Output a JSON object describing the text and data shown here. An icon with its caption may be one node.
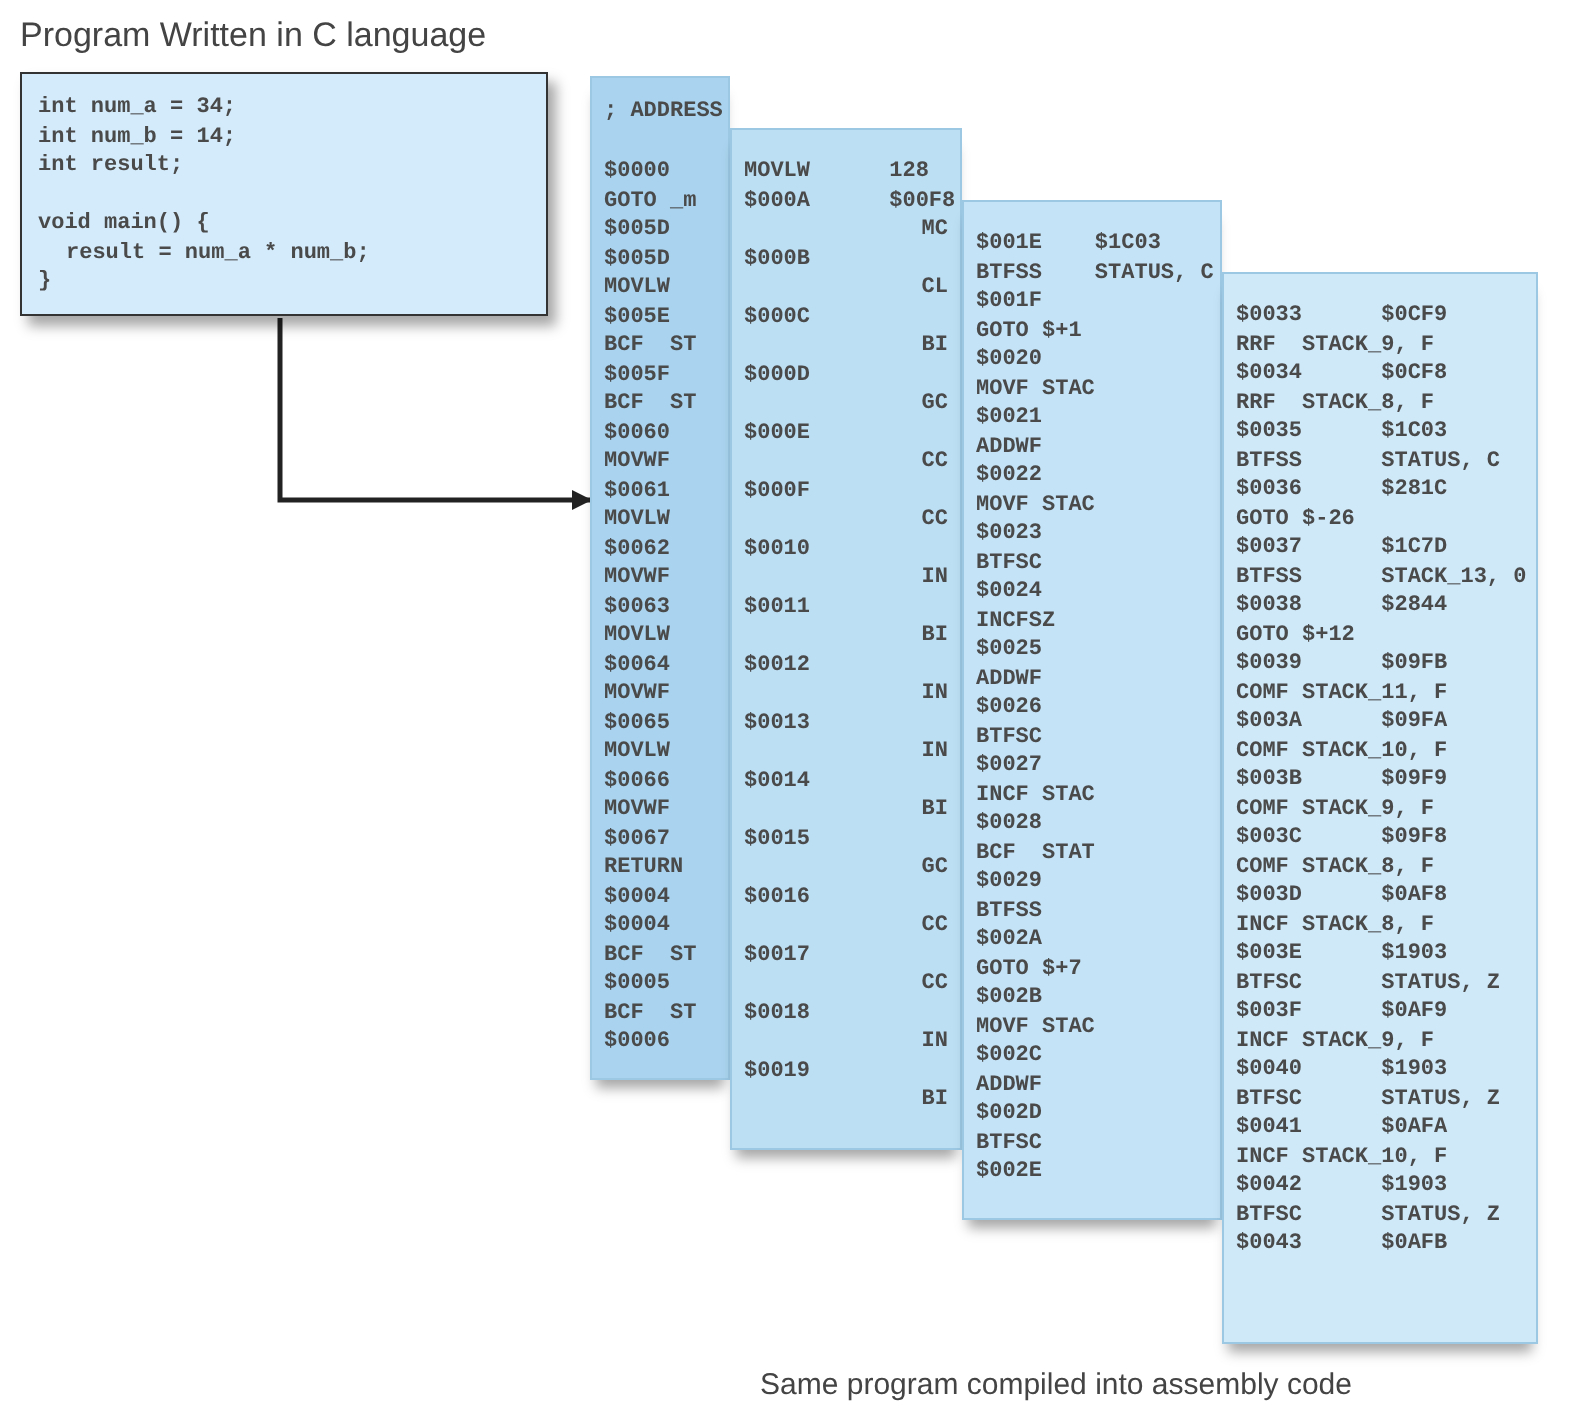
{
  "diagram": {
    "nodes": [
      {
        "text": [
          "Program Written in C language",
          "int num_a = 34;",
          "int num_b = 14;",
          "int result;",
          "void main() {",
          "result = num_a * num_b;",
          "}"
        ]
      },
      {
        "text": [
          "; ADDRESS",
          "$0000",
          "GOTO _m",
          "$005D",
          "$005D",
          "MOVLW",
          "$005E",
          "BCF  ST",
          "$005F",
          "BCF  ST",
          "$0060",
          "MOVWF",
          "$0061",
          "MOVLW",
          "$0062",
          "MOVWF",
          "$0063",
          "MOVLW",
          "$0064",
          "MOVWF",
          "$0065",
          "MOVLW",
          "$0066",
          "MOVWF",
          "$0067",
          "RETURN",
          "$0004",
          "$0004",
          "BCF  ST",
          "$0005",
          "BCF  ST",
          "$0006"
        ]
      },
      {
        "text": [
          "MOVLW      128",
          "$000A      $00F8",
          "MC",
          "$000B",
          "CL",
          "$000C",
          "BI",
          "$000D",
          "GC",
          "$000E",
          "CC",
          "$000F",
          "CC",
          "$0010",
          "IN",
          "$0011",
          "BI",
          "$0012",
          "IN",
          "$0013",
          "IN",
          "$0014",
          "BI",
          "$0015",
          "GC",
          "$0016",
          "CC",
          "$0017",
          "CC",
          "$0018",
          "IN",
          "$0019",
          "BI"
        ]
      },
      {
        "text": [
          "$001E    $1C03",
          "BTFSS    STATUS, C",
          "$001F",
          "GOTO $+1",
          "$0020",
          "MOVF STAC",
          "$0021",
          "ADDWF",
          "$0022",
          "MOVF STAC",
          "$0023",
          "BTFSC",
          "$0024",
          "INCFSZ",
          "$0025",
          "ADDWF",
          "$0026",
          "BTFSC",
          "$0027",
          "INCF STAC",
          "$0028",
          "BCF  STAT",
          "$0029",
          "BTFSS",
          "$002A",
          "GOTO $+7",
          "$002B",
          "MOVF STAC",
          "$002C",
          "ADDWF",
          "$002D",
          "BTFSC",
          "$002E"
        ]
      },
      {
        "text": [
          "$0033      $0CF9",
          "RRF  STACK_9, F",
          "$0034      $0CF8",
          "RRF  STACK_8, F",
          "$0035      $1C03",
          "BTFSS      STATUS, C",
          "$0036      $281C",
          "GOTO $-26",
          "$0037      $1C7D",
          "BTFSS      STACK_13, 0",
          "$0038      $2844",
          "GOTO $+12",
          "$0039      $09FB",
          "COMF STACK_11, F",
          "$003A      $09FA",
          "COMF STACK_10, F",
          "$003B      $09F9",
          "COMF STACK_9, F",
          "$003C      $09F8",
          "COMF STACK_8, F",
          "$003D      $0AF8",
          "INCF STACK_8, F",
          "$003E      $1903",
          "BTFSC      STATUS, Z",
          "$003F      $0AF9",
          "INCF STACK_9, F",
          "$0040      $1903",
          "BTFSC      STATUS, Z",
          "$0041      $0AFA",
          "INCF STACK_10, F",
          "$0042      $1903",
          "BTFSC      STATUS, Z",
          "$0043      $0AFB"
        ]
      }
    ],
    "edges": [
      {
        "from": 0,
        "to": 1,
        "arrow": "to"
      }
    ],
    "caption": "Same program compiled into assembly code"
  }
}
